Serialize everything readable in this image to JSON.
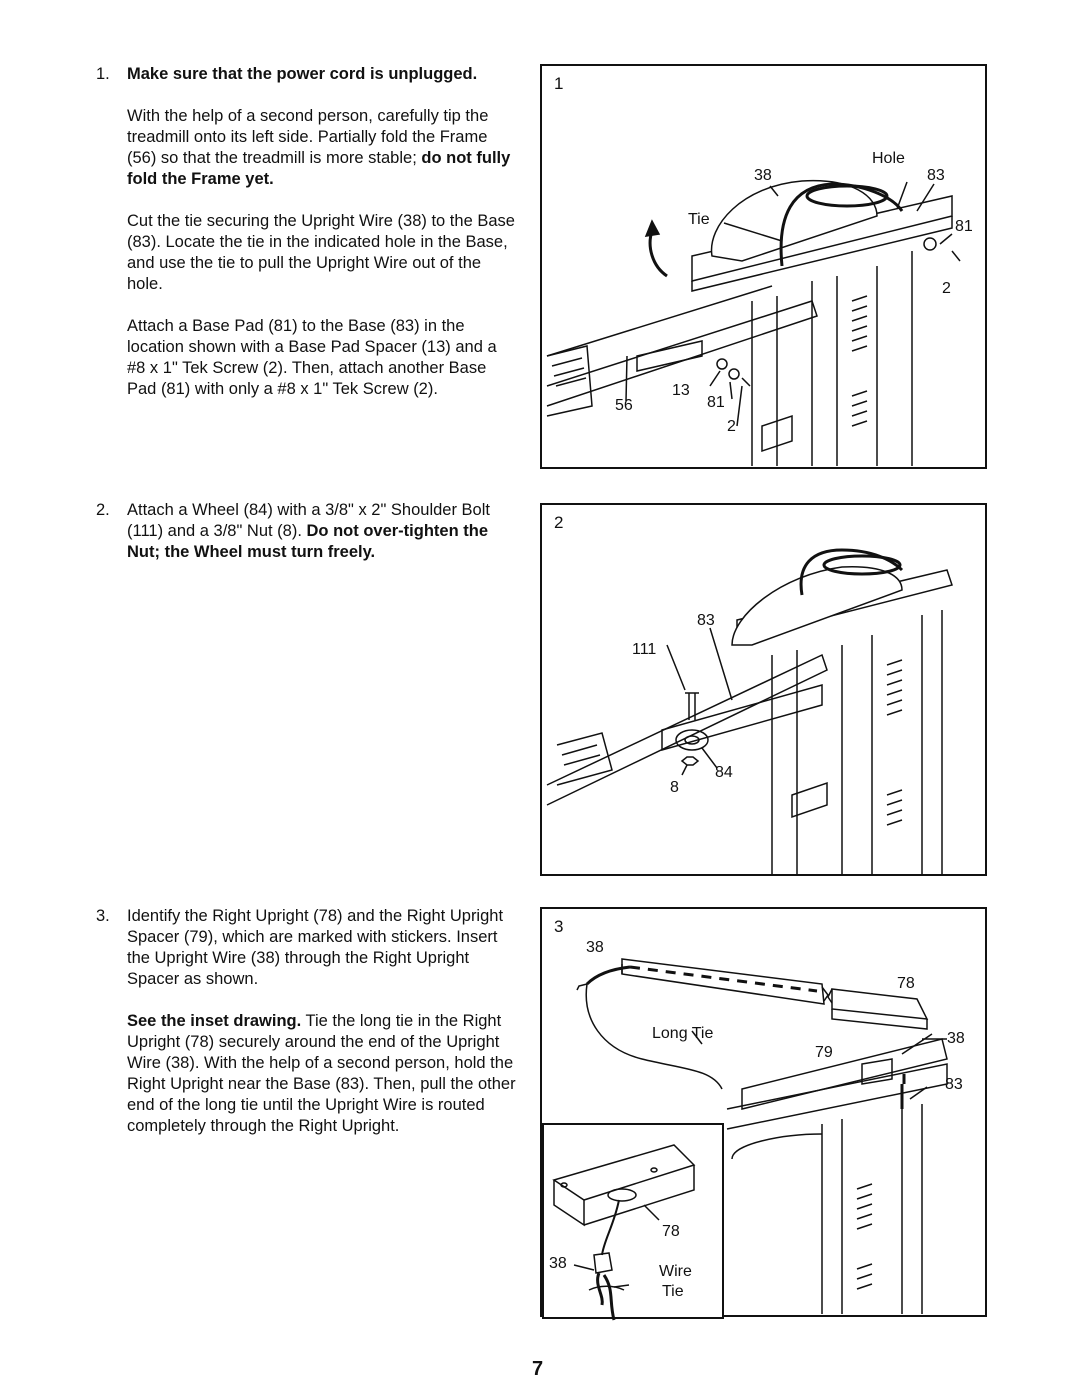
{
  "steps": [
    {
      "number": "1.",
      "heading": "Make sure that the power cord is unplugged.",
      "p1": "With the help of a second person, carefully tip the treadmill onto its left side. Partially fold the Frame (56) so that the treadmill is more stable;",
      "p1_bold": "do not fully fold the Frame yet.",
      "p2": "Cut the tie securing the Upright Wire (38) to the Base (83). Locate the tie in the indicated hole in the Base, and use the tie to pull the Upright Wire out of the hole.",
      "p3": "Attach a Base Pad (81) to the Base (83) in the location shown with a Base Pad Spacer (13) and a #8 x 1\" Tek Screw (2). Then, attach another Base Pad (81) with only a #8 x 1\" Tek Screw (2)."
    },
    {
      "number": "2.",
      "text": "Attach a Wheel (84) with a 3/8\" x 2\" Shoulder Bolt (111) and a 3/8\" Nut (8).",
      "text_bold": "Do not over-tighten the Nut; the Wheel must turn freely."
    },
    {
      "number": "3.",
      "p1": "Identify the Right Upright (78) and the Right Upright Spacer (79), which are marked with stickers. Insert the Upright Wire (38) through the Right Upright Spacer as shown.",
      "p2_bold": "See the inset drawing.",
      "p2": "Tie the long tie in the Right Upright (78) securely around the end of the Upright Wire (38). With the help of a second person, hold the Right Upright near the Base (83). Then, pull the other end of the long tie until the Upright Wire is routed completely through the Right Upright."
    }
  ],
  "figures": [
    {
      "number": "1",
      "labels": {
        "hole": "Hole",
        "l38": "38",
        "l83": "83",
        "tie": "Tie",
        "l81a": "81",
        "l2a": "2",
        "l13": "13",
        "l56": "56",
        "l81b": "81",
        "l2b": "2"
      }
    },
    {
      "number": "2",
      "labels": {
        "l83": "83",
        "l111": "111",
        "l84": "84",
        "l8": "8"
      }
    },
    {
      "number": "3",
      "labels": {
        "l38a": "38",
        "l78a": "78",
        "long_tie": "Long Tie",
        "l38b": "38",
        "l79": "79",
        "l83": "83",
        "l78b": "78",
        "l38c": "38",
        "wire_tie_1": "Wire",
        "wire_tie_2": "Tie"
      }
    }
  ],
  "page_number": "7"
}
